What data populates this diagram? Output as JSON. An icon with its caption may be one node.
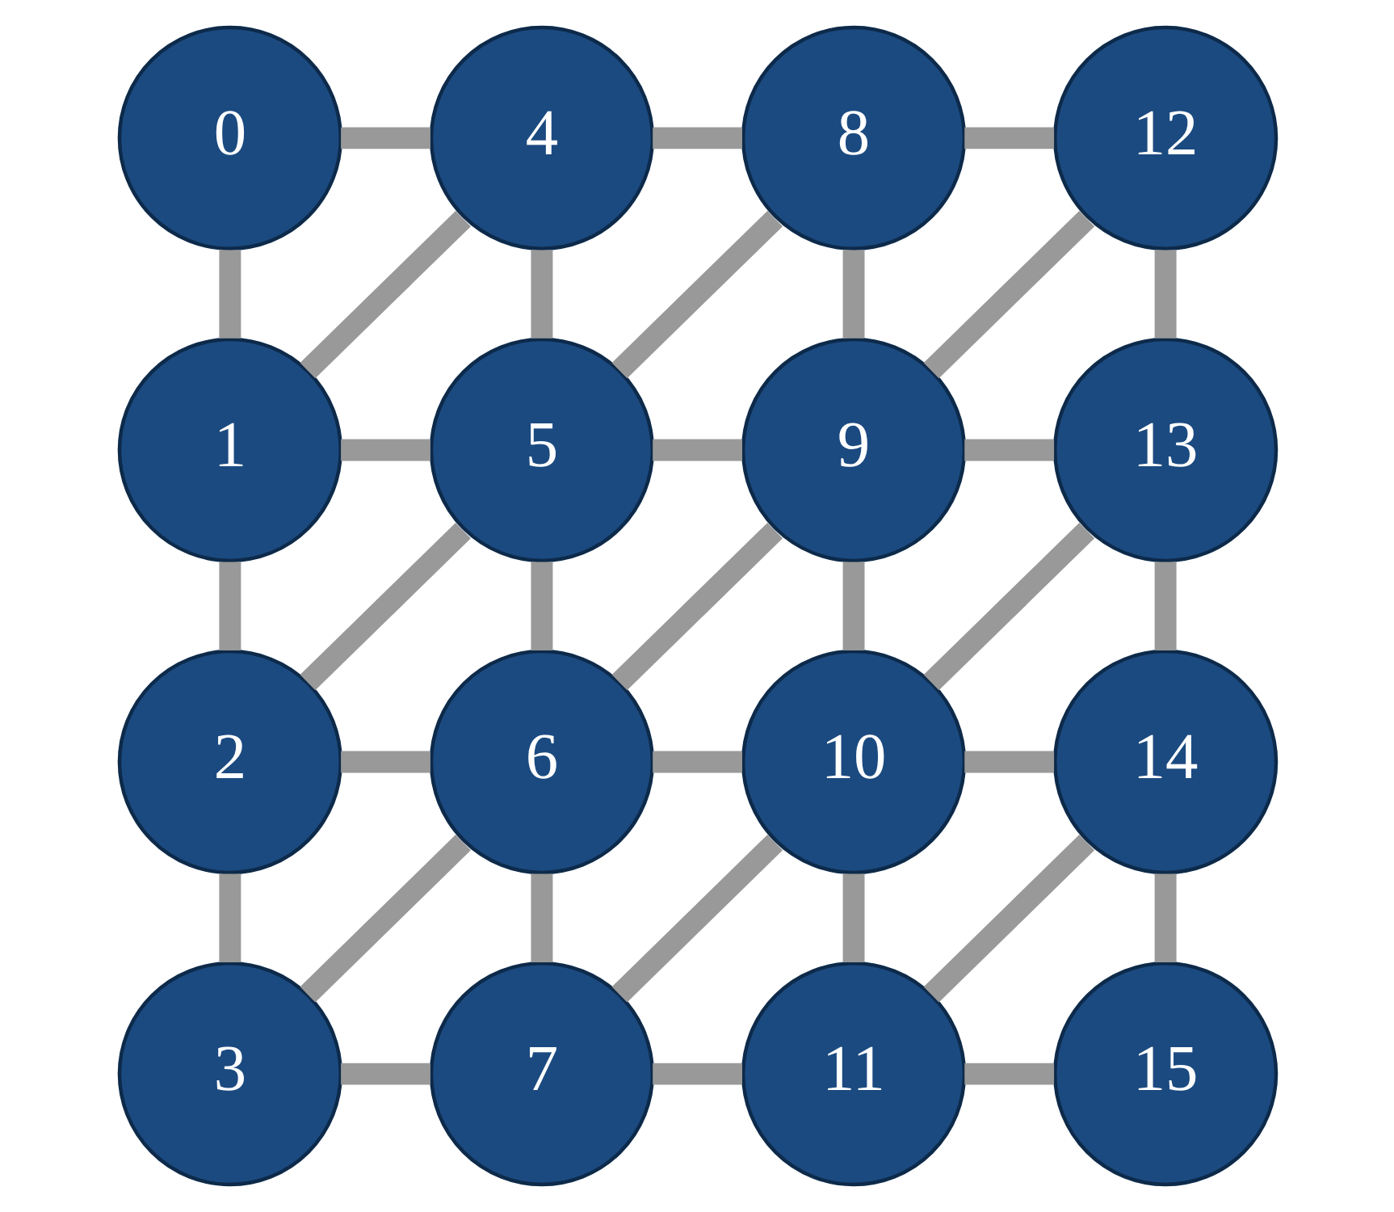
{
  "diagram": {
    "nodes": [
      {
        "text": [
          "0"
        ]
      },
      {
        "text": [
          "1"
        ]
      },
      {
        "text": [
          "2"
        ]
      },
      {
        "text": [
          "3"
        ]
      },
      {
        "text": [
          "4"
        ]
      },
      {
        "text": [
          "5"
        ]
      },
      {
        "text": [
          "6"
        ]
      },
      {
        "text": [
          "7"
        ]
      },
      {
        "text": [
          "8"
        ]
      },
      {
        "text": [
          "9"
        ]
      },
      {
        "text": [
          "10"
        ]
      },
      {
        "text": [
          "11"
        ]
      },
      {
        "text": [
          "12"
        ]
      },
      {
        "text": [
          "13"
        ]
      },
      {
        "text": [
          "14"
        ]
      },
      {
        "text": [
          "15"
        ]
      }
    ],
    "edges": [
      {
        "from": 0,
        "to": 4,
        "arrow": "none"
      },
      {
        "from": 4,
        "to": 8,
        "arrow": "none"
      },
      {
        "from": 8,
        "to": 12,
        "arrow": "none"
      },
      {
        "from": 0,
        "to": 1,
        "arrow": "none"
      },
      {
        "from": 4,
        "to": 1,
        "arrow": "none"
      },
      {
        "from": 4,
        "to": 5,
        "arrow": "none"
      },
      {
        "from": 8,
        "to": 5,
        "arrow": "none"
      },
      {
        "from": 8,
        "to": 9,
        "arrow": "none"
      },
      {
        "from": 12,
        "to": 9,
        "arrow": "none"
      },
      {
        "from": 12,
        "to": 13,
        "arrow": "none"
      },
      {
        "from": 1,
        "to": 5,
        "arrow": "none"
      },
      {
        "from": 5,
        "to": 9,
        "arrow": "none"
      },
      {
        "from": 9,
        "to": 13,
        "arrow": "none"
      },
      {
        "from": 1,
        "to": 2,
        "arrow": "none"
      },
      {
        "from": 5,
        "to": 2,
        "arrow": "none"
      },
      {
        "from": 5,
        "to": 6,
        "arrow": "none"
      },
      {
        "from": 9,
        "to": 6,
        "arrow": "none"
      },
      {
        "from": 9,
        "to": 10,
        "arrow": "none"
      },
      {
        "from": 13,
        "to": 10,
        "arrow": "none"
      },
      {
        "from": 13,
        "to": 14,
        "arrow": "none"
      },
      {
        "from": 2,
        "to": 6,
        "arrow": "none"
      },
      {
        "from": 6,
        "to": 10,
        "arrow": "none"
      },
      {
        "from": 10,
        "to": 14,
        "arrow": "none"
      },
      {
        "from": 2,
        "to": 3,
        "arrow": "none"
      },
      {
        "from": 6,
        "to": 3,
        "arrow": "none"
      },
      {
        "from": 6,
        "to": 7,
        "arrow": "none"
      },
      {
        "from": 10,
        "to": 7,
        "arrow": "none"
      },
      {
        "from": 10,
        "to": 11,
        "arrow": "none"
      },
      {
        "from": 14,
        "to": 11,
        "arrow": "none"
      },
      {
        "from": 14,
        "to": 15,
        "arrow": "none"
      },
      {
        "from": 3,
        "to": 7,
        "arrow": "none"
      },
      {
        "from": 7,
        "to": 11,
        "arrow": "none"
      },
      {
        "from": 11,
        "to": 15,
        "arrow": "none"
      }
    ]
  }
}
